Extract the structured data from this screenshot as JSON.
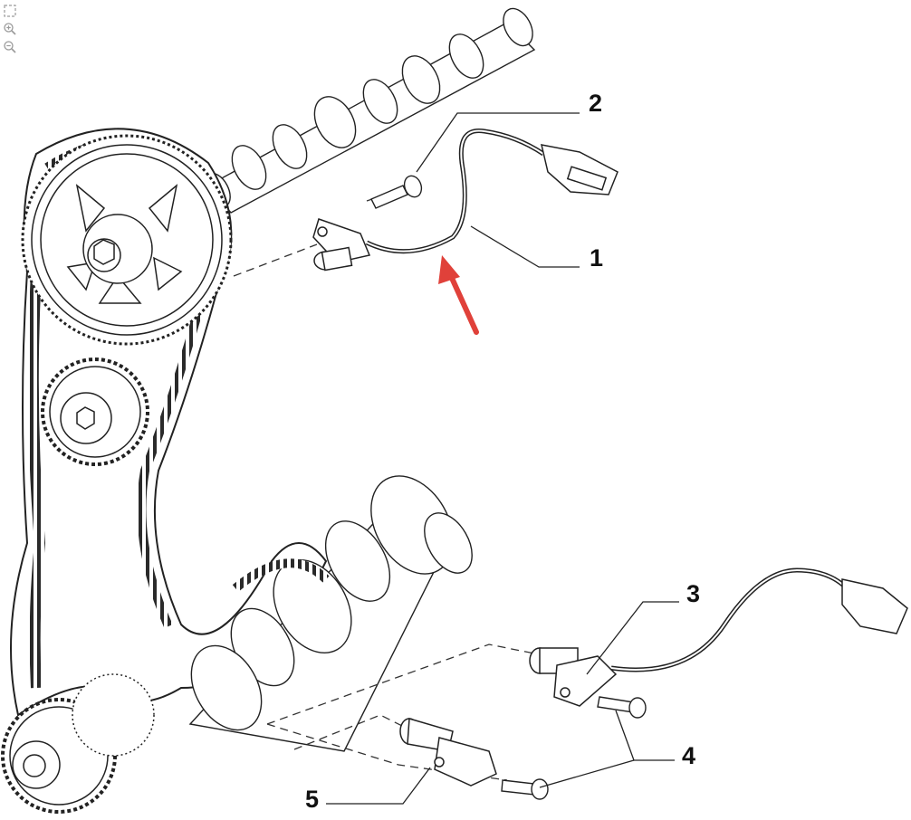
{
  "toolbar": {
    "icons": [
      "fit-page-icon",
      "zoom-in-icon",
      "zoom-out-icon"
    ]
  },
  "callouts": [
    {
      "label": "1"
    },
    {
      "label": "2"
    },
    {
      "label": "3"
    },
    {
      "label": "4"
    },
    {
      "label": "5"
    }
  ],
  "colors": {
    "line": "#222222",
    "arrow": "#e0413a",
    "toolbar_icon": "#9a9a9a"
  }
}
